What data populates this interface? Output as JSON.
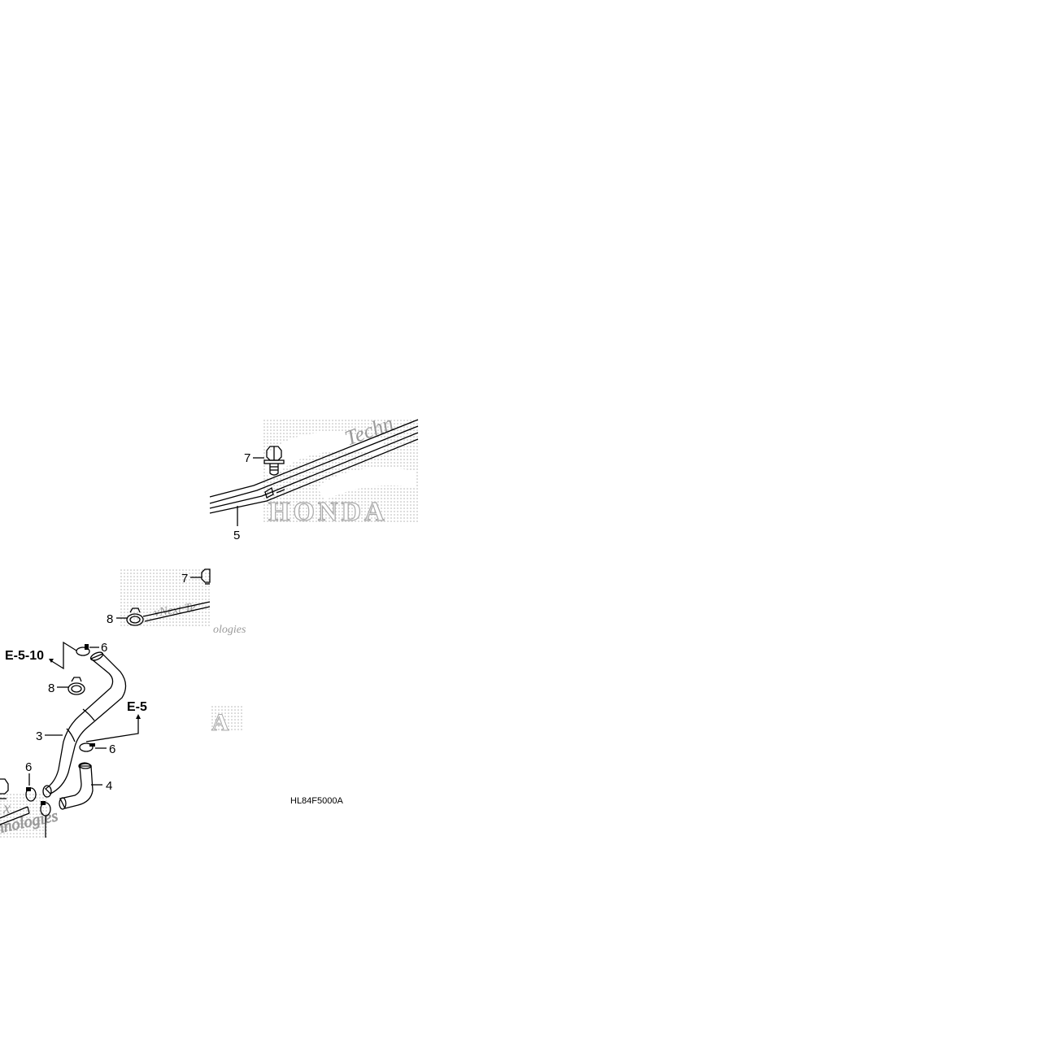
{
  "diagram": {
    "callouts": [
      {
        "id": "c7a",
        "text": "7"
      },
      {
        "id": "c5",
        "text": "5"
      },
      {
        "id": "c7b",
        "text": "7"
      },
      {
        "id": "c8a",
        "text": "8"
      },
      {
        "id": "c6a",
        "text": "6"
      },
      {
        "id": "c8b",
        "text": "8"
      },
      {
        "id": "c3",
        "text": "3"
      },
      {
        "id": "c6b",
        "text": "6"
      },
      {
        "id": "c6c",
        "text": "6"
      },
      {
        "id": "c4",
        "text": "4"
      }
    ],
    "references": [
      {
        "id": "ref-e510",
        "text": "E-5-10"
      },
      {
        "id": "ref-e5",
        "text": "E-5"
      }
    ],
    "drawing_code": "HL84F5000A",
    "watermarks": {
      "brand": "HONDA",
      "fragment_1": "Techn",
      "fragment_2": "vNext Te",
      "fragment_3": "ologies",
      "fragment_4": "nnologies",
      "fragment_5": "x"
    }
  }
}
